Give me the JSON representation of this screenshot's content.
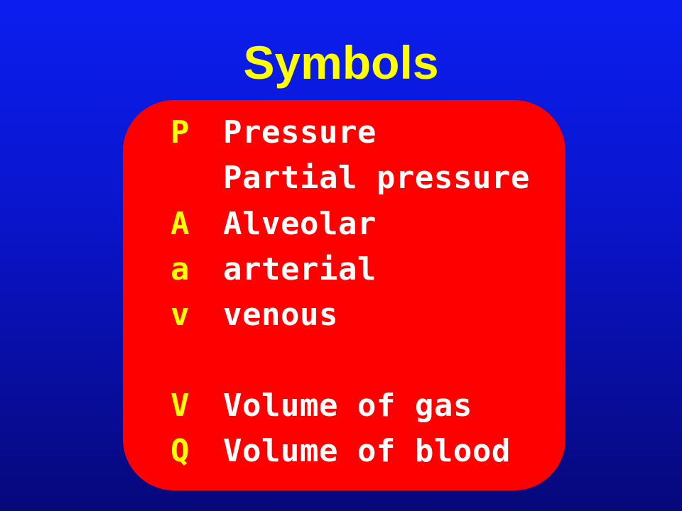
{
  "slide": {
    "title": "Symbols",
    "colors": {
      "background": "#0a14c8",
      "panel": "#ff0000",
      "title": "#ffff00",
      "symbol": "#ffff00",
      "description": "#ffffff"
    },
    "rows": [
      {
        "symbol": "P",
        "description": "Pressure"
      },
      {
        "symbol": "",
        "description": "Partial pressure"
      },
      {
        "symbol": "A",
        "description": "Alveolar"
      },
      {
        "symbol": "a",
        "description": "arterial"
      },
      {
        "symbol": "v",
        "description": "venous"
      },
      {
        "symbol": "",
        "description": ""
      },
      {
        "symbol": "V",
        "description": "Volume of gas"
      },
      {
        "symbol": "Q",
        "description": "Volume of blood"
      }
    ]
  }
}
